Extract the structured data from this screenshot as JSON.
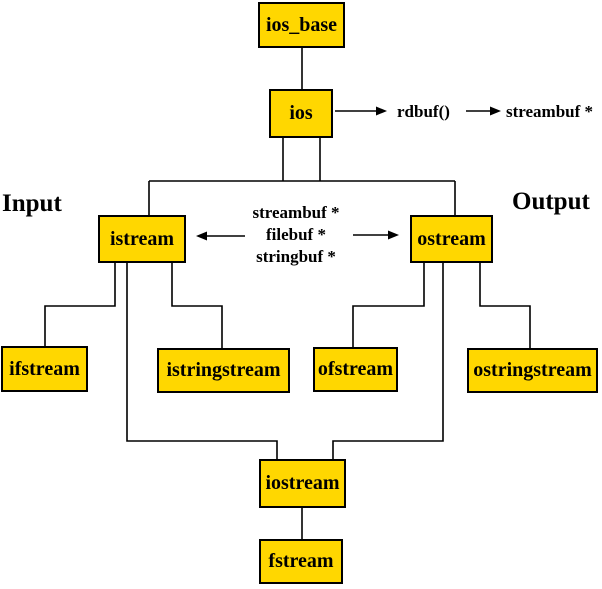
{
  "nodes": {
    "ios_base": {
      "label": "ios_base"
    },
    "ios": {
      "label": "ios"
    },
    "istream": {
      "label": "istream"
    },
    "ostream": {
      "label": "ostream"
    },
    "ifstream": {
      "label": "ifstream"
    },
    "istringstream": {
      "label": "istringstream"
    },
    "ofstream": {
      "label": "ofstream"
    },
    "ostringstream": {
      "label": "ostringstream"
    },
    "iostream": {
      "label": "iostream"
    },
    "fstream": {
      "label": "fstream"
    }
  },
  "annotations": {
    "input": "Input",
    "output": "Output",
    "rdbuf_call": "rdbuf()",
    "rdbuf_returns": "streambuf *",
    "buffer_types": [
      "streambuf *",
      "filebuf *",
      "stringbuf *"
    ]
  },
  "colors": {
    "node_fill": "#FFD700",
    "node_border": "#000000",
    "connector": "#000000",
    "background": "#FFFFFF"
  }
}
